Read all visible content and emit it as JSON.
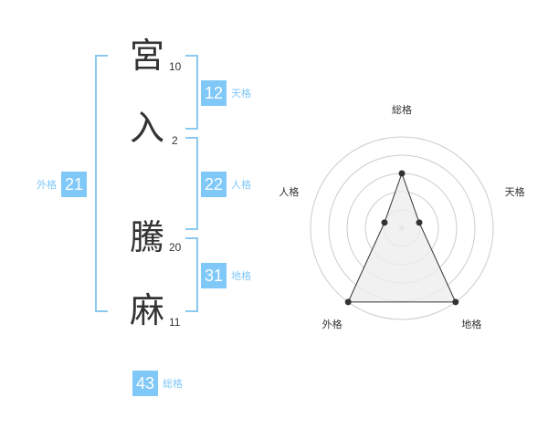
{
  "characters": [
    {
      "char": "宮",
      "strokes": "10"
    },
    {
      "char": "入",
      "strokes": "2"
    },
    {
      "char": "騰",
      "strokes": "20"
    },
    {
      "char": "麻",
      "strokes": "11"
    }
  ],
  "kakusu": {
    "tenkaku": {
      "value": "12",
      "label": "天格"
    },
    "jinkaku": {
      "value": "22",
      "label": "人格"
    },
    "chikaku": {
      "value": "31",
      "label": "地格"
    },
    "gaikaku": {
      "value": "21",
      "label": "外格"
    },
    "soukaku": {
      "value": "43",
      "label": "総格"
    }
  },
  "chart_data": {
    "type": "radar",
    "axes": [
      "総格",
      "天格",
      "地格",
      "外格",
      "人格"
    ],
    "values": [
      3,
      1,
      5,
      5,
      1
    ],
    "max": 5,
    "rings": 5,
    "colors": {
      "fill": "#eeeeee",
      "line": "#333333",
      "grid": "#cccccc"
    }
  }
}
